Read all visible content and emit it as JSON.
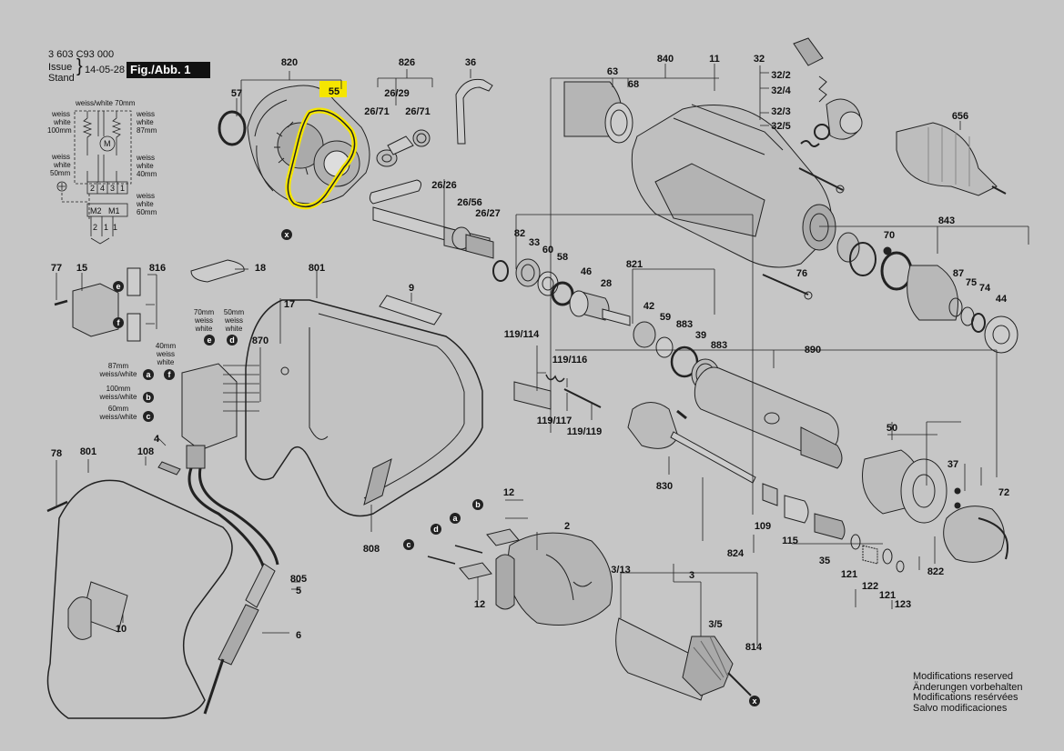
{
  "header": {
    "doc_number": "3 603 C93 000",
    "issue_label": "Issue",
    "stand_label": "Stand",
    "date": "14-05-28",
    "figure_label": "Fig./Abb. 1"
  },
  "wiring": {
    "top": "weiss/white 70mm",
    "left_upper": [
      "weiss",
      "white",
      "100mm"
    ],
    "right_upper": [
      "weiss",
      "white",
      "87mm"
    ],
    "left_lower": [
      "weiss",
      "white",
      "50mm"
    ],
    "right_mid": [
      "weiss",
      "white",
      "40mm"
    ],
    "right_lower": [
      "weiss",
      "white",
      "60mm"
    ],
    "terminals": [
      "2",
      "4",
      "3",
      "1"
    ],
    "motor_labels": [
      "M2",
      "M1"
    ],
    "bottom_labels": [
      "2",
      "1",
      "1"
    ],
    "motor_symbol": "M"
  },
  "switch_wires": {
    "w70": [
      "70mm",
      "weiss",
      "white"
    ],
    "w50": [
      "50mm",
      "weiss",
      "white"
    ],
    "w40": [
      "40mm",
      "weiss",
      "white"
    ],
    "w87": [
      "87mm",
      "weiss/white"
    ],
    "w100": [
      "100mm",
      "weiss/white"
    ],
    "w60": [
      "60mm",
      "weiss/white"
    ]
  },
  "highlight_color": "#f5e600",
  "highlighted_part": "55",
  "part_labels": [
    "820",
    "57",
    "55",
    "826",
    "26/29",
    "26/71",
    "26/71",
    "36",
    "840",
    "11",
    "63",
    "68",
    "32",
    "32/2",
    "32/4",
    "32/3",
    "32/5",
    "656",
    "26/26",
    "26/56",
    "26/27",
    "82",
    "33",
    "60",
    "58",
    "46",
    "28",
    "821",
    "42",
    "59",
    "883",
    "39",
    "883",
    "890",
    "70",
    "843",
    "87",
    "75",
    "74",
    "44",
    "76",
    "77",
    "15",
    "816",
    "18",
    "801",
    "9",
    "17",
    "870",
    "119/114",
    "119/116",
    "119/117",
    "119/119",
    "50",
    "37",
    "72",
    "830",
    "109",
    "115",
    "35",
    "121",
    "122",
    "121",
    "123",
    "824",
    "822",
    "78",
    "801",
    "108",
    "4",
    "12",
    "12",
    "2",
    "3/13",
    "3",
    "3/5",
    "814",
    "805",
    "5",
    "6",
    "10",
    "808"
  ],
  "connector_letters": [
    "e",
    "f",
    "e",
    "d",
    "a",
    "b",
    "c",
    "f",
    "b",
    "a",
    "d",
    "c",
    "x",
    "x"
  ],
  "modifications": [
    "Modifications reserved",
    "Änderungen vorbehalten",
    "Modifications resérvées",
    "Salvo modificaciones"
  ]
}
